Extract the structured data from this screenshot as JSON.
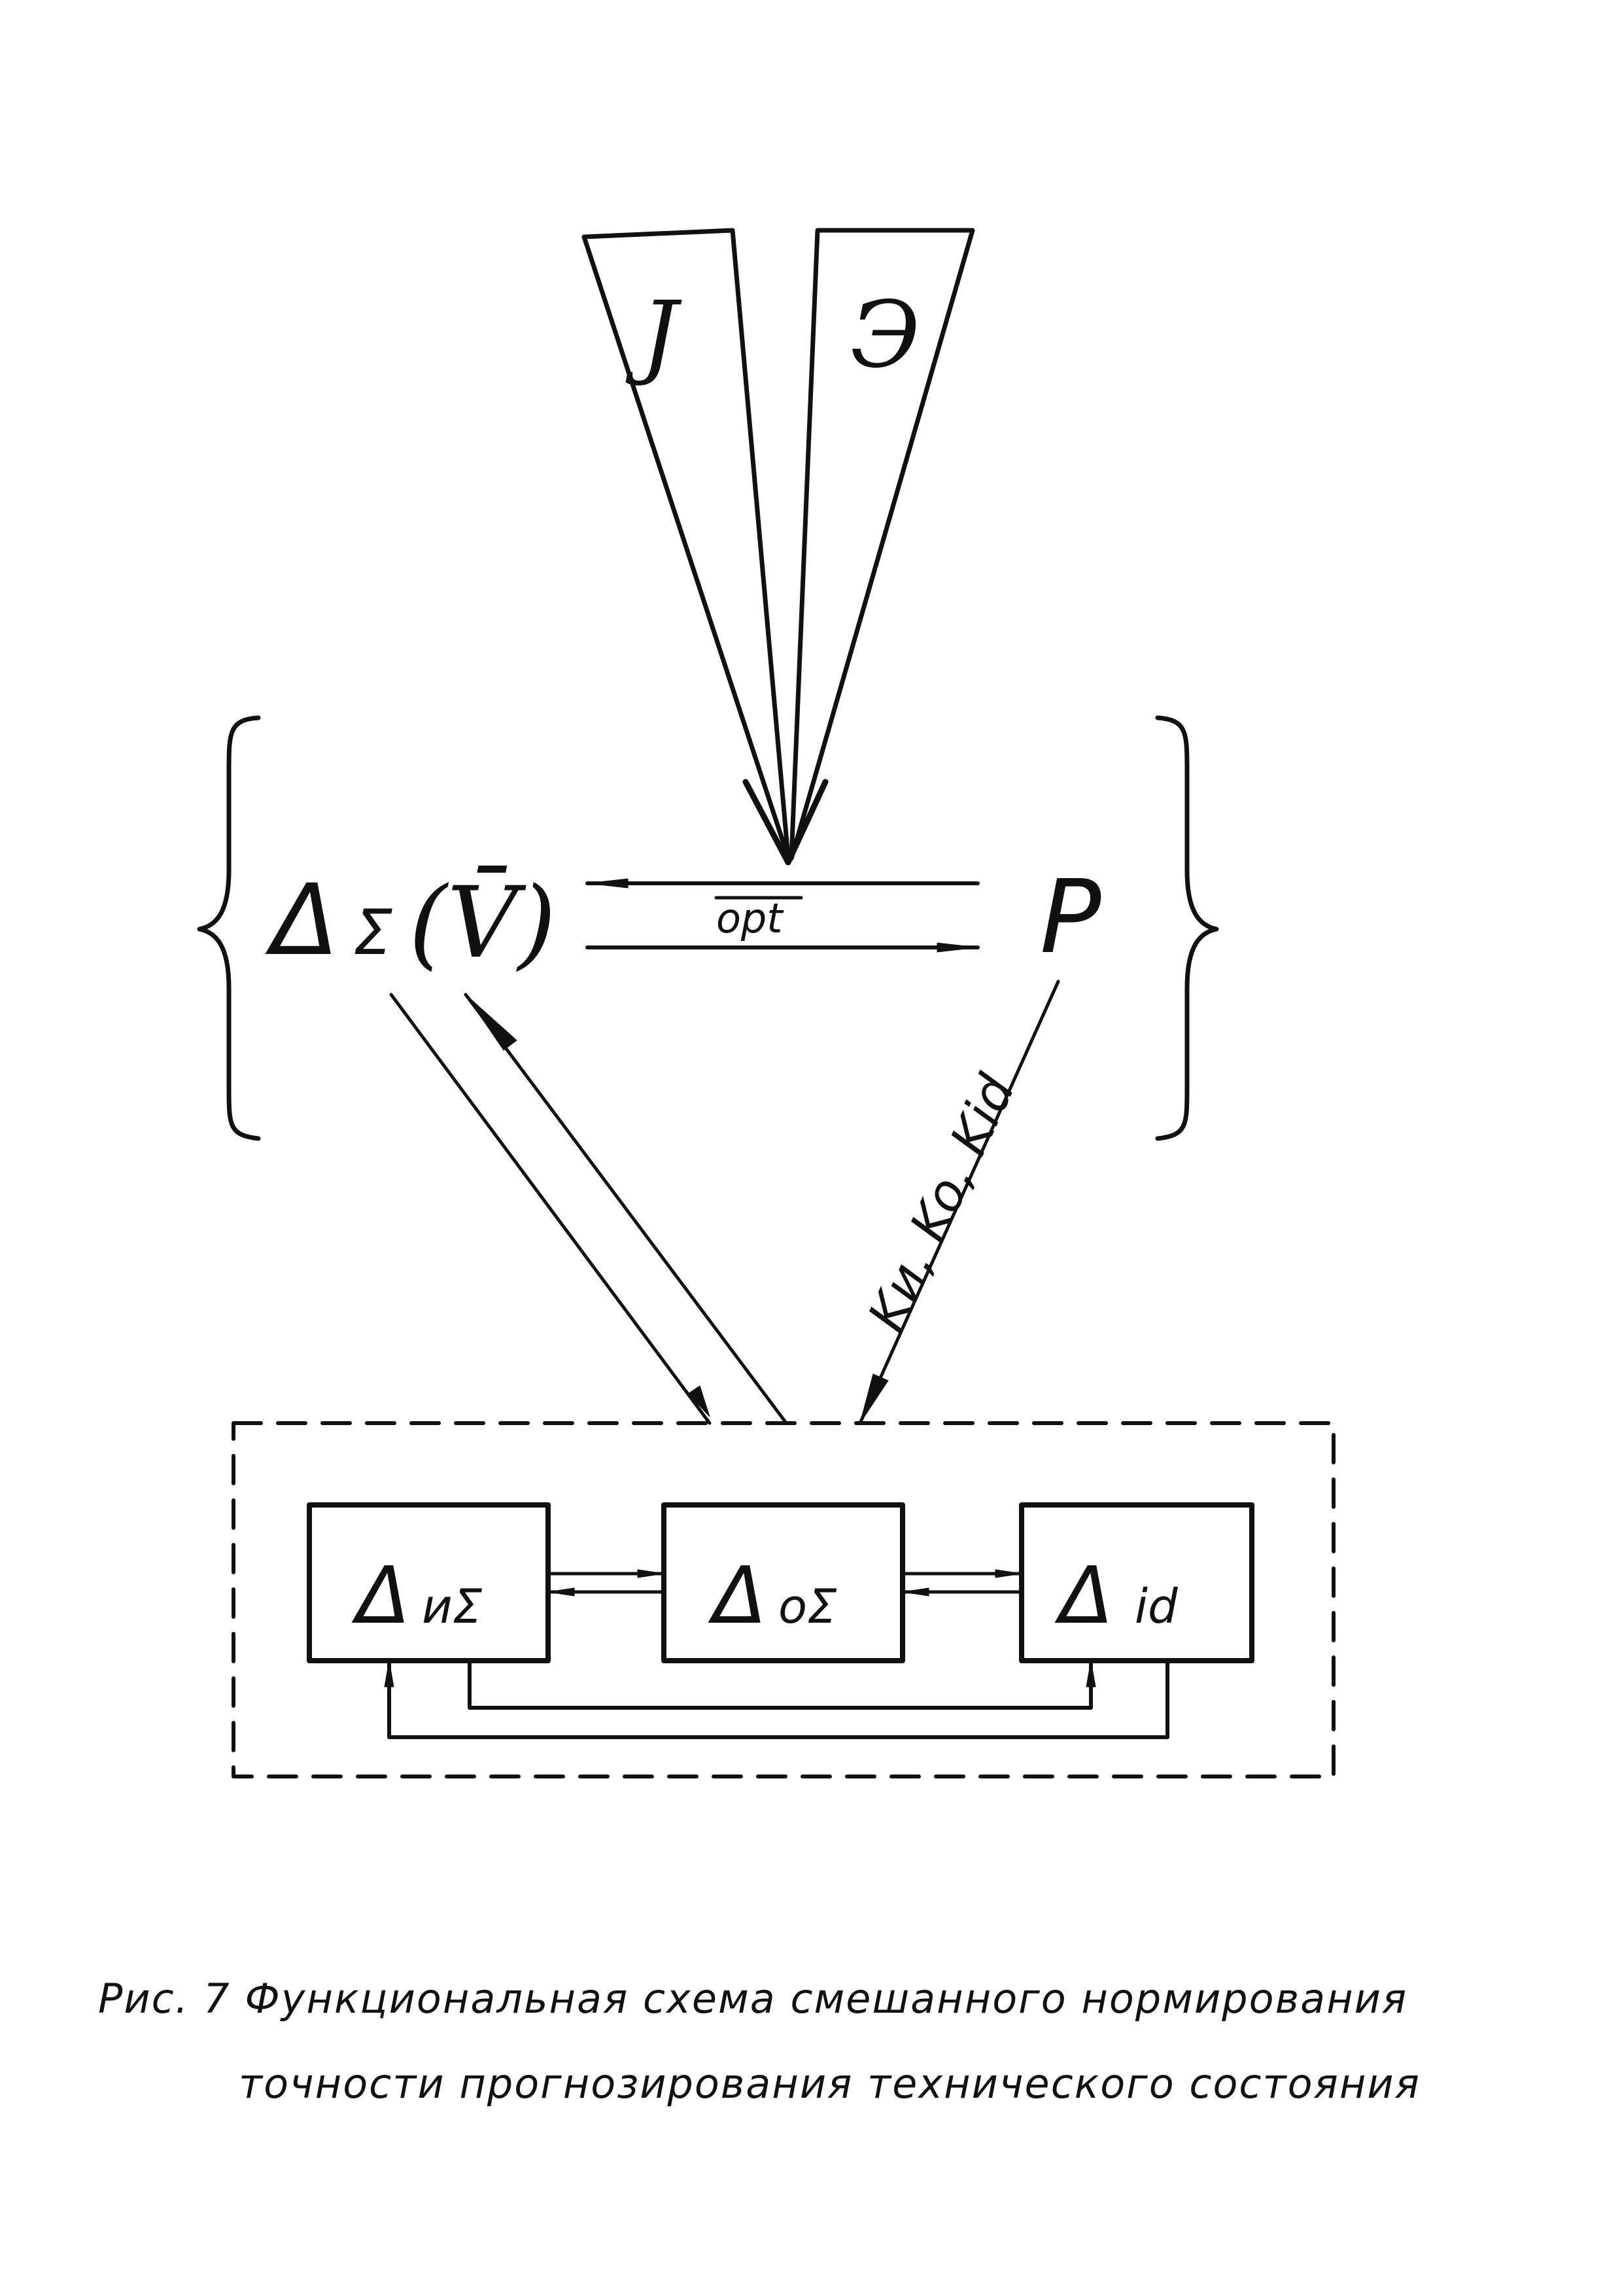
{
  "diagram": {
    "wedge_left_label": "J",
    "wedge_right_label": "Э",
    "delta_symbol": "Δ",
    "sigma_symbol": "Σ",
    "v_label": "(V̄)",
    "opt_label": "opt",
    "p_label": "P",
    "k_label": "Kи, Ko, Kid",
    "box_left_sub": "иΣ",
    "box_center_sub": "oΣ",
    "box_right_sub": "id"
  },
  "caption": {
    "line1": "Рис. 7 Функциональная схема смешанного нормирования",
    "line2": "точности прогнозирования технического состояния"
  }
}
